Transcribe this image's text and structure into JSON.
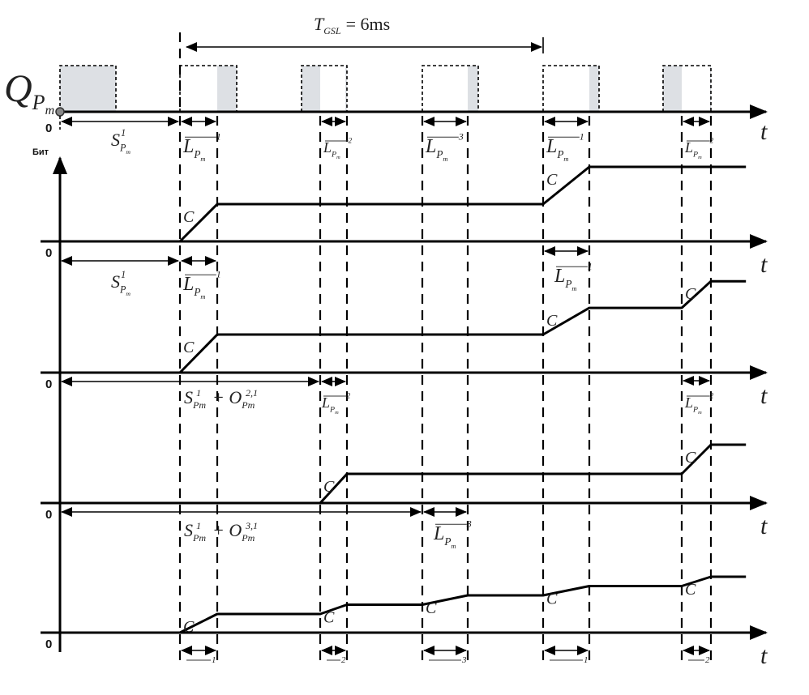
{
  "title_annotation": {
    "symbol": "T",
    "subscript": "GSL",
    "rhs": "= 6ms"
  },
  "q_label": {
    "symbol": "Q",
    "subscript": "P",
    "subsub": "m"
  },
  "y_unit_label": "Бит",
  "zero_label": "0",
  "time_label": "t",
  "ramp_label": "C",
  "time_marks": {
    "S1_start": 0,
    "slot1_start": 1,
    "slot1_end": 2,
    "slot2_start": 3,
    "slot2_end": 4,
    "slot3_start": 5,
    "slot3_end": 6,
    "slot1b_start": 7,
    "slot1b_end": 8,
    "slot2b_start": 9,
    "slot2b_end": 10
  },
  "pulse_windows": [
    {
      "from": "q_start",
      "to": "q_end_a",
      "shaded": [
        [
          "q_start",
          "q_end_a"
        ]
      ]
    },
    {
      "from": "slot1_start",
      "to": "slot1_pulse_end",
      "shaded": [
        [
          "slot1_end",
          "slot1_pulse_end"
        ]
      ]
    },
    {
      "from": "slot2_pulse_start",
      "to": "slot2_end",
      "shaded": [
        [
          "slot2_pulse_start",
          "slot2_start"
        ],
        [
          "slot2_end_shade",
          "slot2_end"
        ]
      ]
    },
    {
      "from": "slot3_start",
      "to": "slot3_pulse_end",
      "shaded": [
        [
          "slot3_end",
          "slot3_pulse_end"
        ]
      ]
    },
    {
      "from": "slot1b_start",
      "to": "slot1b_pulse_end",
      "shaded": [
        [
          "slot1b_end",
          "slot1b_pulse_end"
        ]
      ]
    },
    {
      "from": "slot2b_pulse_start",
      "to": "slot2b_end",
      "shaded": [
        [
          "slot2b_pulse_start",
          "slot2b_start"
        ],
        [
          "slot2b_end_shade",
          "slot2b_end"
        ]
      ]
    }
  ],
  "interval_labels": {
    "L1": {
      "symbol": "L",
      "sub": "P",
      "subsub": "m",
      "sup": "1"
    },
    "L2": {
      "symbol": "L",
      "sub": "P",
      "subsub": "m",
      "sup": "2"
    },
    "L3": {
      "symbol": "L",
      "sub": "P",
      "subsub": "m",
      "sup": "3"
    },
    "S1": {
      "symbol": "S",
      "sub": "P",
      "subsub": "m",
      "sup": "1"
    },
    "S1_plus_O21": {
      "text1": "S",
      "sup1": "1",
      "plus": "+",
      "text2": "O",
      "sup2": "2,1",
      "sub": "P",
      "subsub": "m"
    },
    "S1_plus_O31": {
      "text1": "S",
      "sup1": "1",
      "plus": "+",
      "text2": "O",
      "sup2": "3,1",
      "sub": "P",
      "subsub": "m"
    }
  },
  "chart_data": {
    "type": "line",
    "title": "T_GSL = 6ms",
    "xlabel": "t",
    "ylabel": "Бит",
    "description": "Timing diagram: periodic slots L1, L2, L3 within a GSL period of 6 ms; four traces show cumulative bits accumulated at constant rate C during active slots.",
    "slot_sequence": [
      "L1",
      "L2",
      "L3",
      "L1",
      "L2"
    ],
    "period_ms": 6,
    "panels": [
      {
        "name": "panel-1",
        "offset_label": "S1",
        "active_slots": [
          "L1",
          "L1"
        ],
        "levels": [
          0,
          1,
          1,
          2,
          2
        ],
        "points": [
          [
            0,
            0
          ],
          [
            1,
            0
          ],
          [
            2,
            1
          ],
          [
            7,
            1
          ],
          [
            8,
            2
          ],
          [
            10.9,
            2
          ]
        ]
      },
      {
        "name": "panel-2",
        "offset_label": "S1",
        "active_slots": [
          "L1",
          "L1",
          "L2"
        ],
        "points": [
          [
            1,
            0
          ],
          [
            2,
            1
          ],
          [
            7,
            1
          ],
          [
            8,
            1.7
          ],
          [
            9,
            1.7
          ],
          [
            10,
            2.4
          ],
          [
            10.9,
            2.4
          ]
        ]
      },
      {
        "name": "panel-3",
        "offset_label": "S1 + O2,1",
        "active_slots": [
          "L2",
          "L2"
        ],
        "points": [
          [
            3,
            0
          ],
          [
            4,
            1
          ],
          [
            9,
            1
          ],
          [
            10,
            2
          ],
          [
            10.9,
            2
          ]
        ]
      },
      {
        "name": "panel-4",
        "offset_label": "S1 + O3,1",
        "active_slots": [
          "L1",
          "L2",
          "L3",
          "L1",
          "L2"
        ],
        "points": [
          [
            1,
            0
          ],
          [
            2,
            1
          ],
          [
            3,
            1
          ],
          [
            4,
            1.5
          ],
          [
            5,
            1.5
          ],
          [
            6,
            2
          ],
          [
            7,
            2
          ],
          [
            8,
            2.5
          ],
          [
            9,
            2.5
          ],
          [
            10,
            3
          ],
          [
            10.9,
            3
          ]
        ]
      }
    ]
  }
}
